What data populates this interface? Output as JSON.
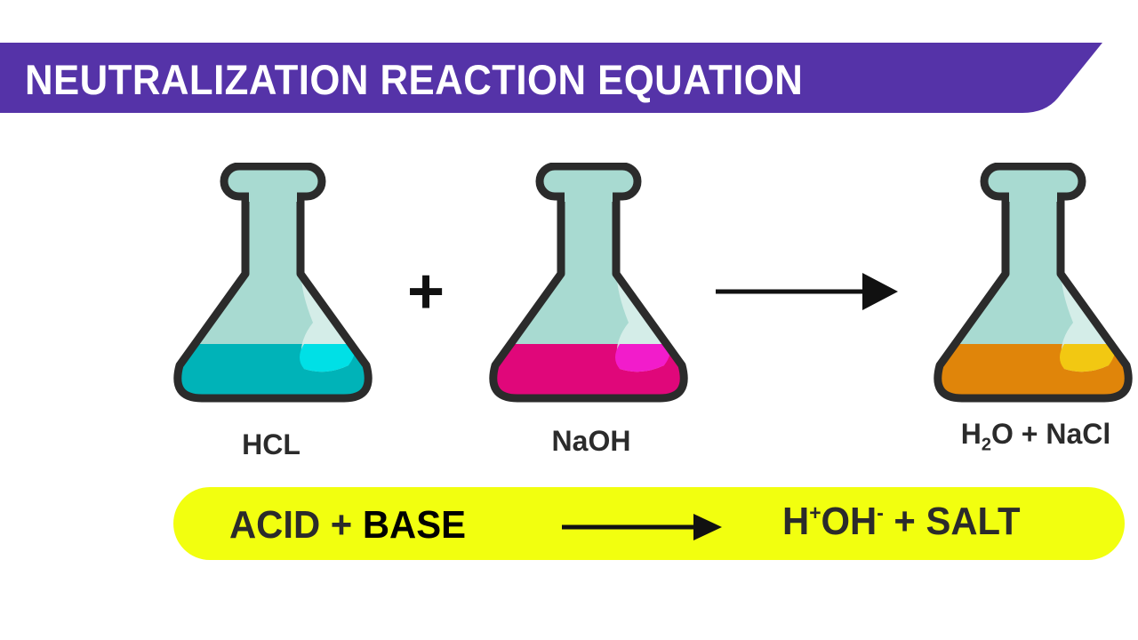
{
  "title": "NEUTRALIZATION REACTION EQUATION",
  "flasks": [
    {
      "label": "HCL",
      "liquid": "#00b3b8",
      "highlight": "#00e0e6"
    },
    {
      "label": "NaOH",
      "liquid": "#e0077a",
      "highlight": "#f21ccb"
    },
    {
      "label_main": "H",
      "label_sub": "2",
      "label_rest": "O + NaCl",
      "liquid": "#e0850a",
      "highlight": "#f2c812"
    }
  ],
  "plus": "+",
  "equation": {
    "acid": "ACID",
    "plus1": "+",
    "base": "BASE",
    "h": "H",
    "h_charge": "+",
    "oh": "OH",
    "oh_charge": "-",
    "plus2": "+",
    "salt": "SALT"
  },
  "colors": {
    "banner": "#5533a8",
    "pill": "#f2ff0f",
    "glass": "#a8dad1",
    "outline": "#2b2b2b"
  }
}
